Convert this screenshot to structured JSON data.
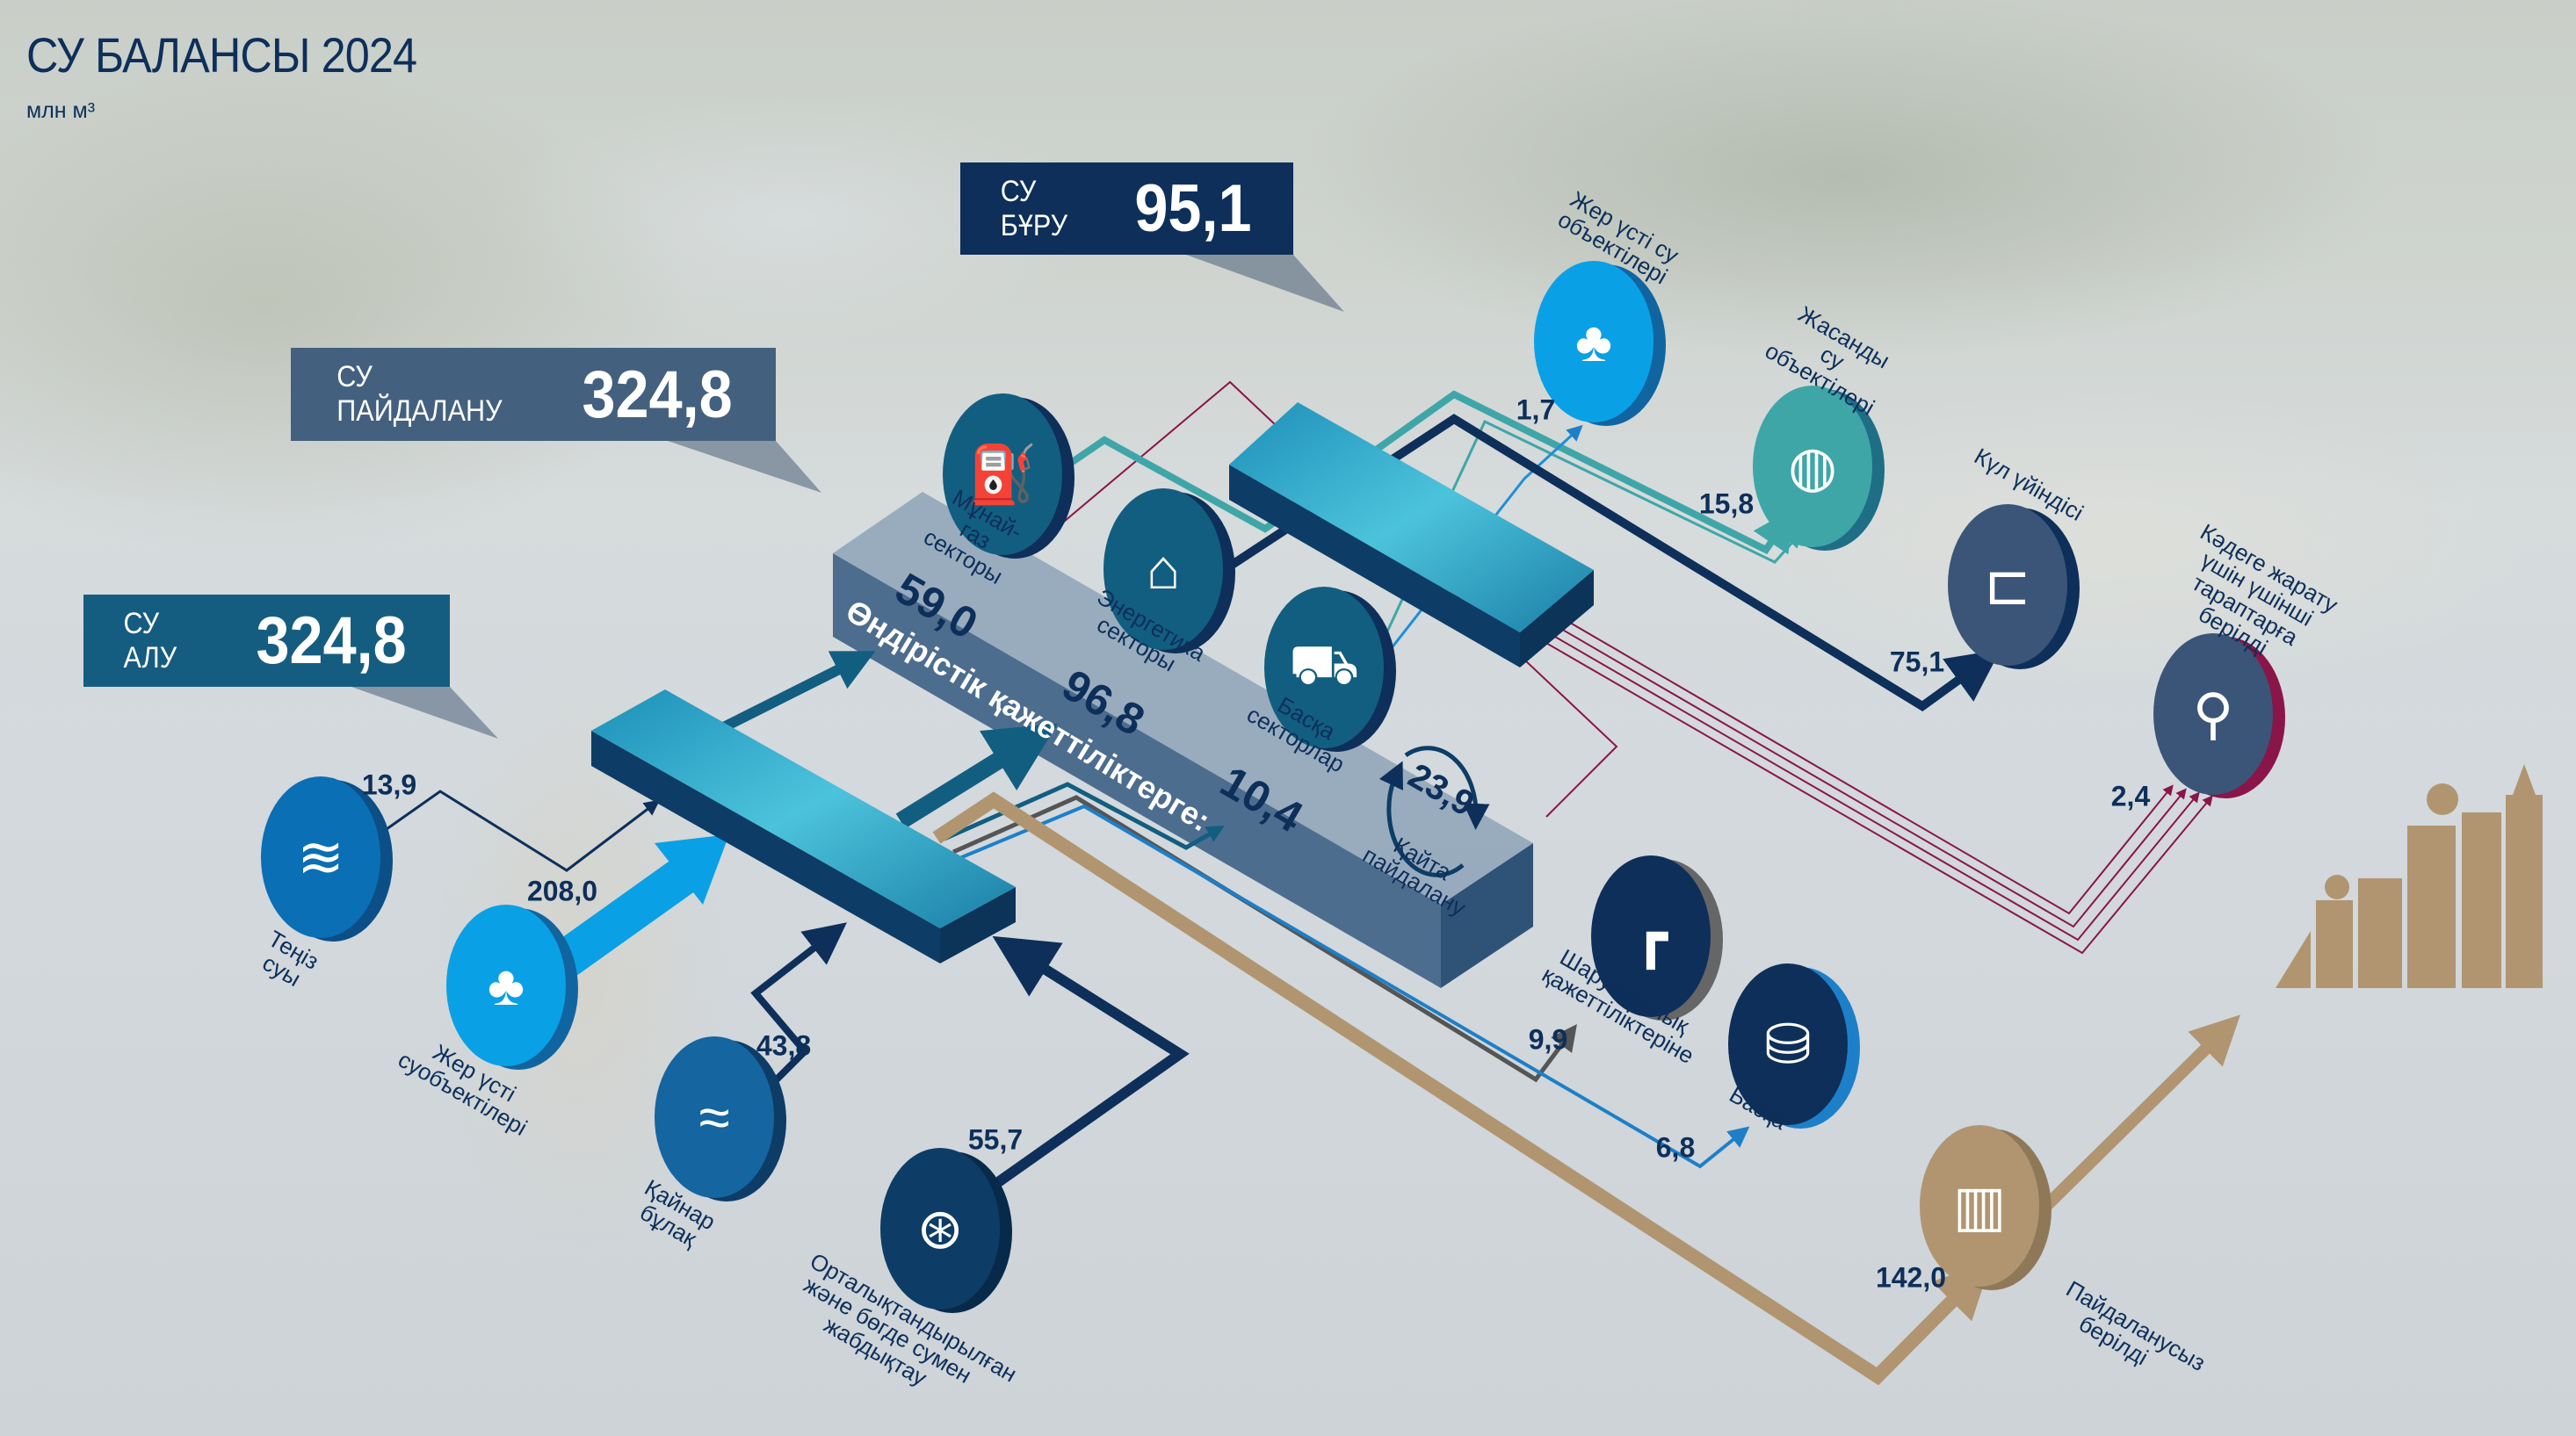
{
  "header": {
    "title": "СУ БАЛАНСЫ 2024",
    "unit": "млн м³"
  },
  "summary": {
    "intake": {
      "label": "СУ АЛУ",
      "value": "324,8"
    },
    "use": {
      "label": "СУ ПАЙДАЛАНУ",
      "value": "324,8"
    },
    "discharge": {
      "label": "СУ БҰРУ",
      "value": "95,1"
    }
  },
  "sources": [
    {
      "label": "Теңіз суы",
      "value": "13,9",
      "icon": "sea-wave-icon"
    },
    {
      "label": "Жер үсті суобъектілері",
      "value": "208,0",
      "icon": "trees-water-icon"
    },
    {
      "label": "Қайнар бұлақ",
      "value": "43,8",
      "icon": "spring-icon"
    },
    {
      "label": "Орталықтандырылған және бөгде сумен жабдықтау",
      "value": "55,7",
      "icon": "pipe-valve-icon"
    }
  ],
  "industrial": {
    "label": "Өндірістік қажеттіліктерге:",
    "sectors": [
      {
        "label": "Мұнай-газ секторы",
        "value": "59,0",
        "icon": "oil-rig-icon"
      },
      {
        "label": "Энергетика секторы",
        "value": "96,8",
        "icon": "power-plant-icon"
      },
      {
        "label": "Басқа секторлар",
        "value": "10,4",
        "icon": "mine-cart-icon"
      }
    ],
    "reuse": {
      "label": "Қайта пайдалану",
      "value": "23,9"
    }
  },
  "outputs": [
    {
      "label": "Жер үсті су объектілері",
      "value": "1,7",
      "icon": "trees-water-icon"
    },
    {
      "label": "Жасанды су объектілері",
      "value": "15,8",
      "icon": "pond-icon"
    },
    {
      "label": "Күл үйіндісі",
      "value": "75,1",
      "icon": "ash-dump-icon"
    },
    {
      "label": "Кәдеге жарату үшін үшінші тараптарға берілді",
      "value": "2,4",
      "icon": "faucet-icon"
    },
    {
      "label": "Шаруашылық қажеттіліктеріне",
      "value": "9,9",
      "icon": "tap-icon"
    },
    {
      "label": "Басқа",
      "value": "6,8",
      "icon": "bucket-icon"
    },
    {
      "label": "Пайдаланусыз берілді",
      "value": "142,0",
      "icon": "buildings-icon"
    }
  ],
  "colors": {
    "navy": "#0d2f5a",
    "teal": "#3fa6a8",
    "tan": "#b09570",
    "sky": "#0aa0e6",
    "maroon": "#8a1548"
  }
}
